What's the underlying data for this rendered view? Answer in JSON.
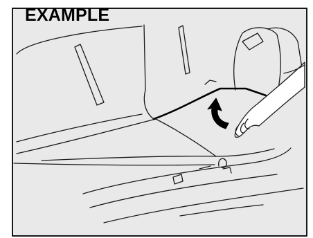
{
  "figure": {
    "caption": "EXAMPLE",
    "colors": {
      "background": "#e9e9e9",
      "line": "#1a1a1a",
      "arrow": "#000000"
    },
    "icons": [
      "cargo-area-illustration",
      "hand-illustration",
      "lift-arrow-icon",
      "tie-down-hook-icon"
    ]
  }
}
